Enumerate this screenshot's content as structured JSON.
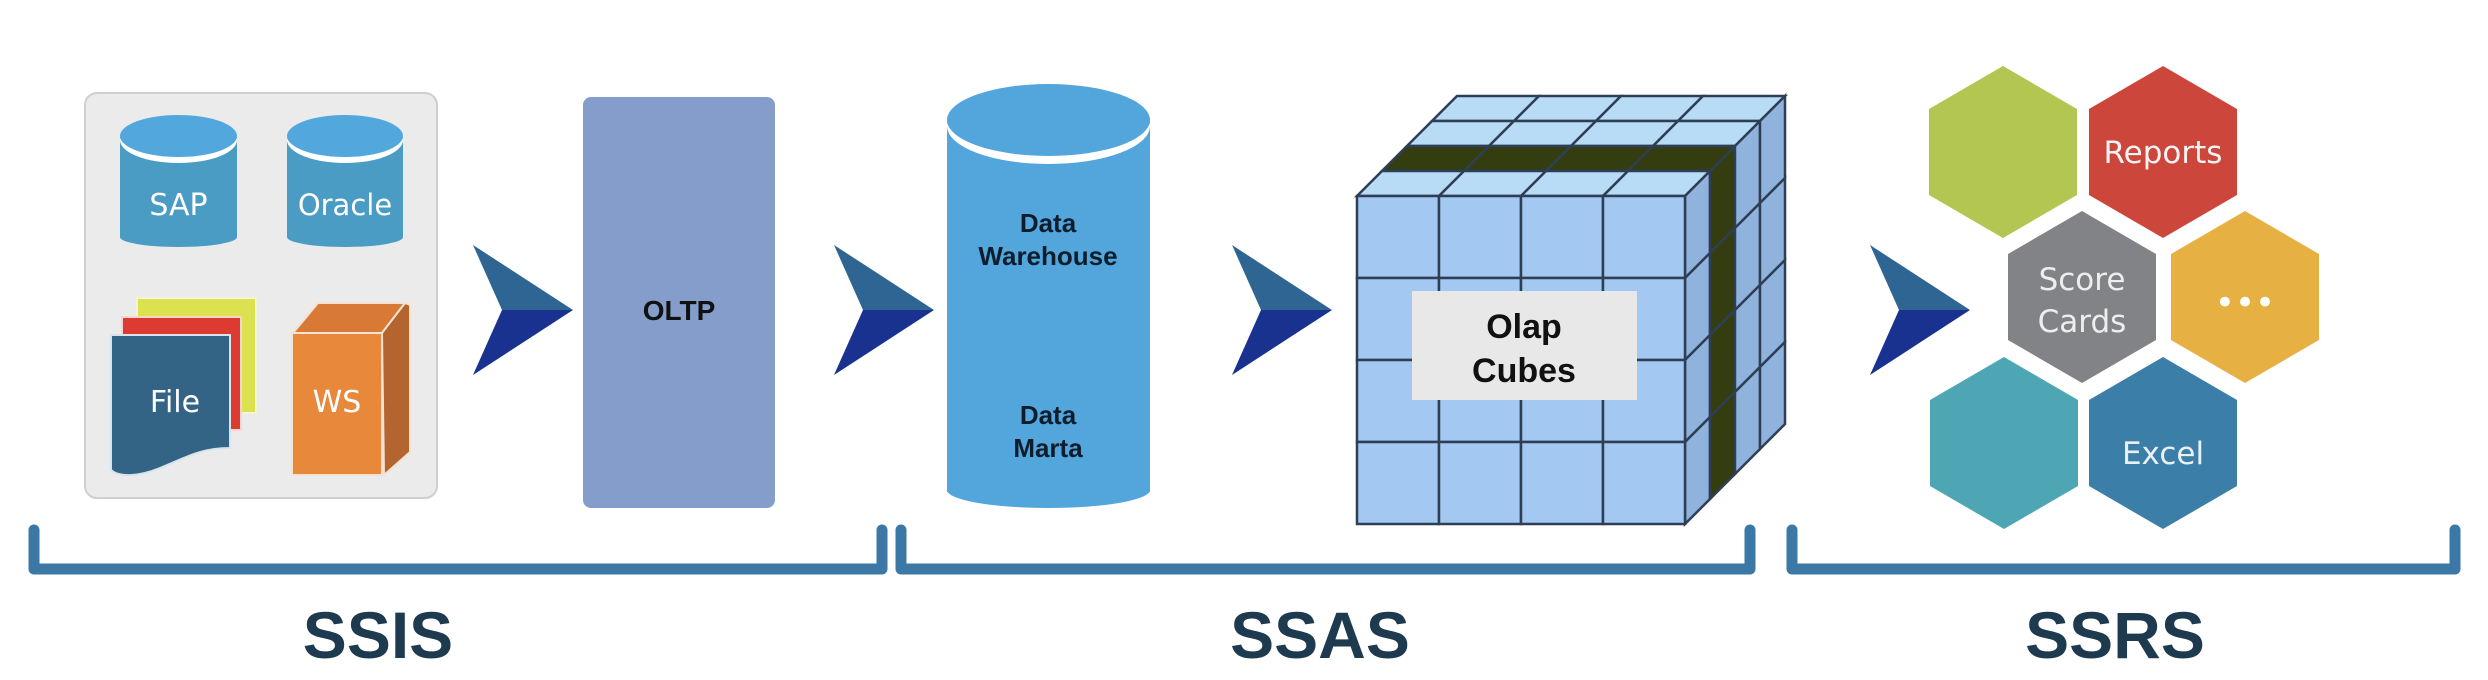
{
  "sources": {
    "items": [
      {
        "label": "SAP",
        "type": "database"
      },
      {
        "label": "Oracle",
        "type": "database"
      },
      {
        "label": "File",
        "type": "file-stack"
      },
      {
        "label": "WS",
        "type": "server-box"
      }
    ]
  },
  "oltp": {
    "label": "OLTP"
  },
  "warehouse": {
    "line1": "Data",
    "line2": "Warehouse",
    "line3": "Data",
    "line4": "Marta"
  },
  "cube": {
    "line1": "Olap",
    "line2": "Cubes"
  },
  "reports": {
    "hexes": [
      {
        "label": "",
        "color": "#b3c652"
      },
      {
        "label": "Reports",
        "color": "#cc463b"
      },
      {
        "label_line1": "Score",
        "label_line2": "Cards",
        "color": "#818386"
      },
      {
        "label": "•••",
        "color": "#e6b043"
      },
      {
        "label": "",
        "color": "#4ea6b4"
      },
      {
        "label": "Excel",
        "color": "#3b7ea7"
      }
    ]
  },
  "sections": [
    {
      "label": "SSIS"
    },
    {
      "label": "SSAS"
    },
    {
      "label": "SSRS"
    }
  ],
  "colors": {
    "arrow_top": "#2f6592",
    "arrow_bottom": "#19318f",
    "bracket": "#3b78a6",
    "section_text": "#1e3a4f",
    "oltp_fill": "#849dcb",
    "cylinder_fill": "#52a6dc",
    "cube_face": "#a3c8f2",
    "cube_band": "#333d10"
  }
}
